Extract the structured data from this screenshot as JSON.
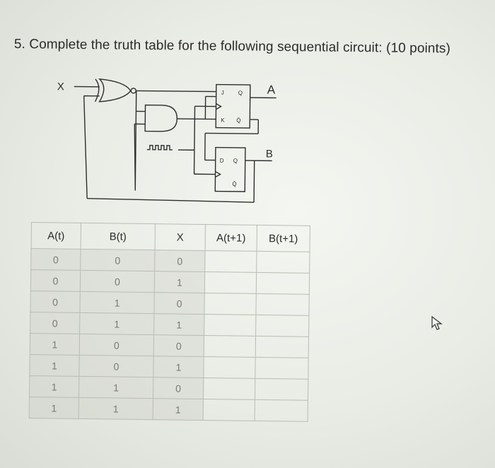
{
  "question": {
    "text": "5. Complete the truth table for the following sequential circuit: (10 points)"
  },
  "circuit": {
    "input_label": "X",
    "output_a_label": "A",
    "output_b_label": "B",
    "jk_ff": {
      "j": "J",
      "q": "Q",
      "k": "K",
      "qbar": "Q̄"
    },
    "d_ff": {
      "d": "D",
      "q": "Q",
      "qbar": "Q̄"
    },
    "clock_symbol": "clock-waveform-icon"
  },
  "table": {
    "headers": [
      "A(t)",
      "B(t)",
      "X",
      "A(t+1)",
      "B(t+1)"
    ],
    "rows": [
      [
        "0",
        "0",
        "0",
        "",
        ""
      ],
      [
        "0",
        "0",
        "1",
        "",
        ""
      ],
      [
        "0",
        "1",
        "0",
        "",
        ""
      ],
      [
        "0",
        "1",
        "1",
        "",
        ""
      ],
      [
        "1",
        "0",
        "0",
        "",
        ""
      ],
      [
        "1",
        "0",
        "1",
        "",
        ""
      ],
      [
        "1",
        "1",
        "0",
        "",
        ""
      ],
      [
        "1",
        "1",
        "1",
        "",
        ""
      ]
    ]
  },
  "cursor_icon": "mouse-pointer-icon"
}
